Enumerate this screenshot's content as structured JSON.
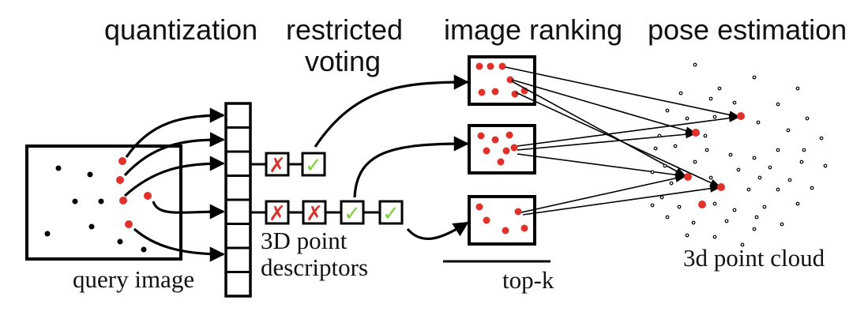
{
  "stage_labels": {
    "quantization": "quantization",
    "restricted_line1": "restricted",
    "restricted_line2": "voting",
    "image_ranking": "image ranking",
    "pose_estimation": "pose estimation"
  },
  "labels": {
    "query_image": "query image",
    "descriptors_line1": "3D point",
    "descriptors_line2": "descriptors",
    "top_k": "top-k",
    "point_cloud": "3d point cloud"
  },
  "vote_marks": {
    "reject": "✗",
    "accept": "✓"
  },
  "colors": {
    "feature_red": "#e0322b",
    "reject_red": "#d9342b",
    "accept_green": "#7ad13a",
    "ink": "#000000"
  }
}
